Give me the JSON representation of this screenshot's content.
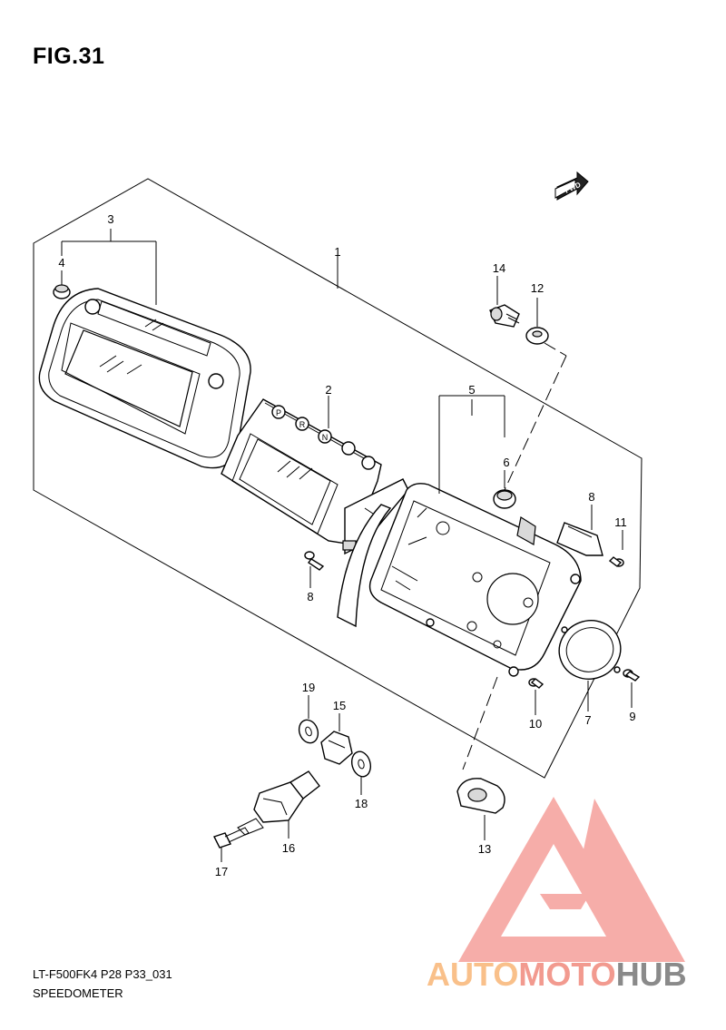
{
  "figure": {
    "title": "FIG.31",
    "model_code": "LT-F500FK4 P28 P33_031",
    "caption": "SPEEDOMETER",
    "direction_label": "FWD"
  },
  "callouts": [
    {
      "id": "c1",
      "label": "1"
    },
    {
      "id": "c2",
      "label": "2"
    },
    {
      "id": "c3",
      "label": "3"
    },
    {
      "id": "c4",
      "label": "4"
    },
    {
      "id": "c5",
      "label": "5"
    },
    {
      "id": "c6",
      "label": "6"
    },
    {
      "id": "c7",
      "label": "7"
    },
    {
      "id": "c8a",
      "label": "8"
    },
    {
      "id": "c8b",
      "label": "8"
    },
    {
      "id": "c9",
      "label": "9"
    },
    {
      "id": "c10",
      "label": "10"
    },
    {
      "id": "c11",
      "label": "11"
    },
    {
      "id": "c12",
      "label": "12"
    },
    {
      "id": "c13",
      "label": "13"
    },
    {
      "id": "c14",
      "label": "14"
    },
    {
      "id": "c15",
      "label": "15"
    },
    {
      "id": "c16",
      "label": "16"
    },
    {
      "id": "c17",
      "label": "17"
    },
    {
      "id": "c18",
      "label": "18"
    },
    {
      "id": "c19",
      "label": "19"
    }
  ],
  "gear_indicators": [
    "P",
    "R",
    "N"
  ],
  "watermark": {
    "part1": "AUTO",
    "part2": "MOTO",
    "part3": "HUB",
    "color_auto": "#f9c08a",
    "color_moto": "#f29a8f",
    "color_hub": "#8a8a8a",
    "logo_color": "#f6a5a0"
  }
}
